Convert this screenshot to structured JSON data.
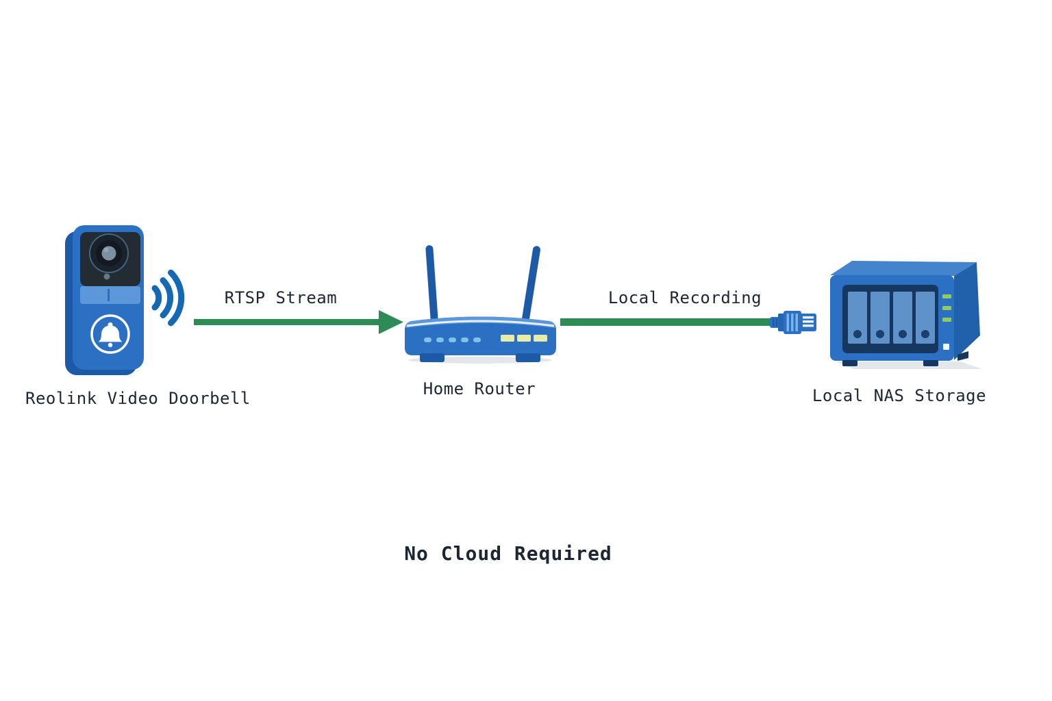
{
  "diagram": {
    "nodes": [
      {
        "id": "doorbell",
        "label": "Reolink Video Doorbell",
        "icon": "video-doorbell-icon"
      },
      {
        "id": "router",
        "label": "Home Router",
        "icon": "wifi-router-icon"
      },
      {
        "id": "nas",
        "label": "Local NAS Storage",
        "icon": "nas-storage-icon"
      }
    ],
    "edges": [
      {
        "from": "doorbell",
        "to": "router",
        "label": "RTSP Stream",
        "connector": "green-arrow",
        "wireless": true
      },
      {
        "from": "router",
        "to": "nas",
        "label": "Local Recording",
        "connector": "ethernet-cable-plug",
        "wireless": false
      }
    ],
    "caption": "No Cloud Required",
    "colors": {
      "page_bg": "#ffffff",
      "connection_green": "#2d8c55",
      "device_blue": "#2b70c2",
      "device_blue_dark": "#1d5aa6",
      "device_blue_light": "#5b97d9",
      "camera_panel": "#232b33",
      "nas_bezel": "#16375f",
      "drive_bay_blue": "#5e92c8",
      "led_green": "#8fc968",
      "port_yellow": "#e9eca6",
      "wifi_blue": "#1569b3",
      "label_text": "#1d2733"
    }
  }
}
